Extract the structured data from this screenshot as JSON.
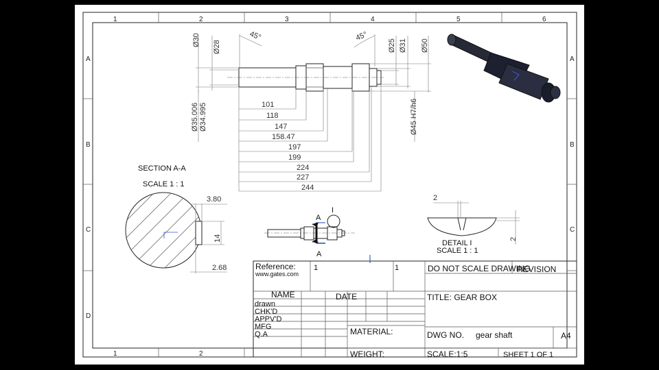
{
  "zones": {
    "columns": [
      "1",
      "2",
      "3",
      "4",
      "5",
      "6"
    ],
    "bottom_columns": [
      "1",
      "2"
    ],
    "rows": [
      "A",
      "B",
      "C",
      "D"
    ]
  },
  "dimensions": {
    "d30": "Ø30",
    "d28": "Ø28",
    "angle_left": "45°",
    "angle_right": "45°",
    "d25": "Ø25",
    "d31": "Ø31",
    "d50": "Ø50",
    "d35": "Ø35.006",
    "d35b": "Ø34.995",
    "d45": "Ø45 H7/h6",
    "lengths": [
      "101",
      "118",
      "147",
      "158.47",
      "197",
      "199",
      "224",
      "227",
      "244"
    ],
    "key_width": "3.80",
    "key_len": "14",
    "key_depth": "2.68",
    "detail_w": "2",
    "detail_h": "2"
  },
  "section": {
    "title": "SECTION A-A",
    "scale": "SCALE 1 : 1",
    "arrow_top": "A",
    "arrow_bottom": "A",
    "detail_marker": "I"
  },
  "detail": {
    "title": "DETAIL I",
    "scale": "SCALE 1 : 1"
  },
  "title_block": {
    "reference_label": "Reference:",
    "reference_url": "www.gates.com",
    "ref_col1": "1",
    "ref_col2": "1",
    "note": "DO NOT SCALE DRAWING",
    "revision": "REVISION",
    "name_hdr": "NAME",
    "date_hdr": "DATE",
    "rows": [
      "drawn",
      "CHK'D",
      "APPV'D",
      "MFG",
      "Q.A"
    ],
    "title": "TITLE: GEAR BOX",
    "material": "MATERIAL:",
    "dwg_no_label": "DWG NO.",
    "dwg_no": "gear shaft",
    "size": "A4",
    "weight": "WEIGHT:",
    "scale": "SCALE:1:5",
    "sheet": "SHEET 1 OF 1"
  }
}
